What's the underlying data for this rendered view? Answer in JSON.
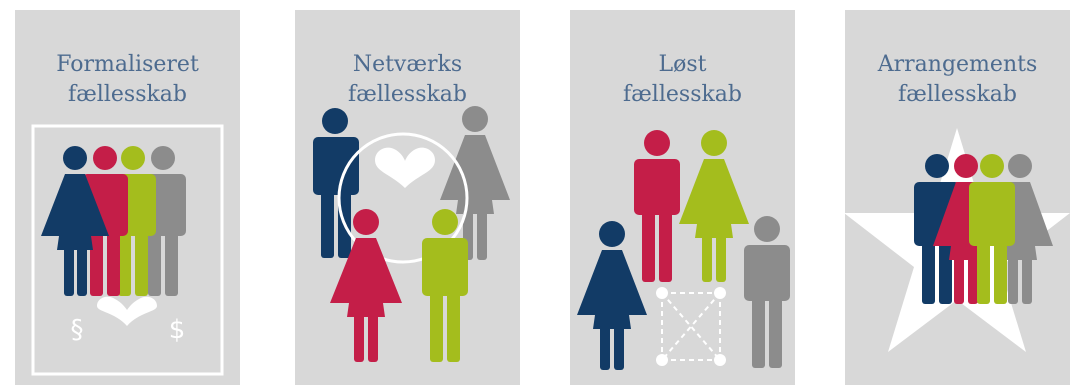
{
  "colors": {
    "navy": "#123b66",
    "red": "#c41e48",
    "green": "#a4bd1d",
    "gray": "#8c8c8c",
    "panel": "#d8d8d8",
    "title": "#4d6b8f",
    "white": "#ffffff"
  },
  "panels": [
    {
      "title_line1": "Formaliseret",
      "title_line2": "fællesskab",
      "symbol_left": "§",
      "symbol_right": "$"
    },
    {
      "title_line1": "Netværks",
      "title_line2": "fællesskab"
    },
    {
      "title_line1": "Løst",
      "title_line2": "fællesskab"
    },
    {
      "title_line1": "Arrangements",
      "title_line2": "fællesskab"
    }
  ]
}
